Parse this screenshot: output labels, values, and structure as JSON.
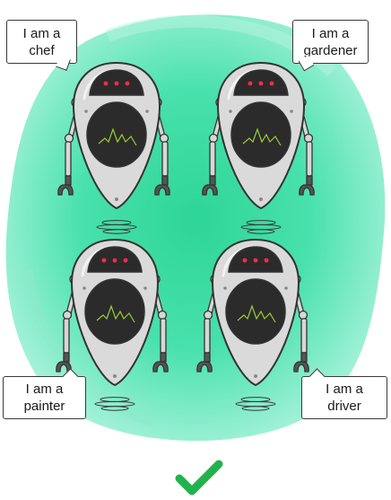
{
  "colors": {
    "blob": "#4fe3b4",
    "blob_center": "#2bd79a",
    "robot_body": "#d7d7d7",
    "robot_outline": "#333333",
    "screen": "#2b2b2b",
    "eye_led": "#ff2a4a",
    "waveform": "#9acd32",
    "checkmark": "#22b24c"
  },
  "robots": [
    {
      "role": "chef",
      "line1": "I am a",
      "line2": "chef"
    },
    {
      "role": "gardener",
      "line1": "I am a",
      "line2": "gardener"
    },
    {
      "role": "painter",
      "line1": "I am a",
      "line2": "painter"
    },
    {
      "role": "driver",
      "line1": "I am a",
      "line2": "driver"
    }
  ],
  "icons": {
    "check": "checkmark-icon"
  }
}
